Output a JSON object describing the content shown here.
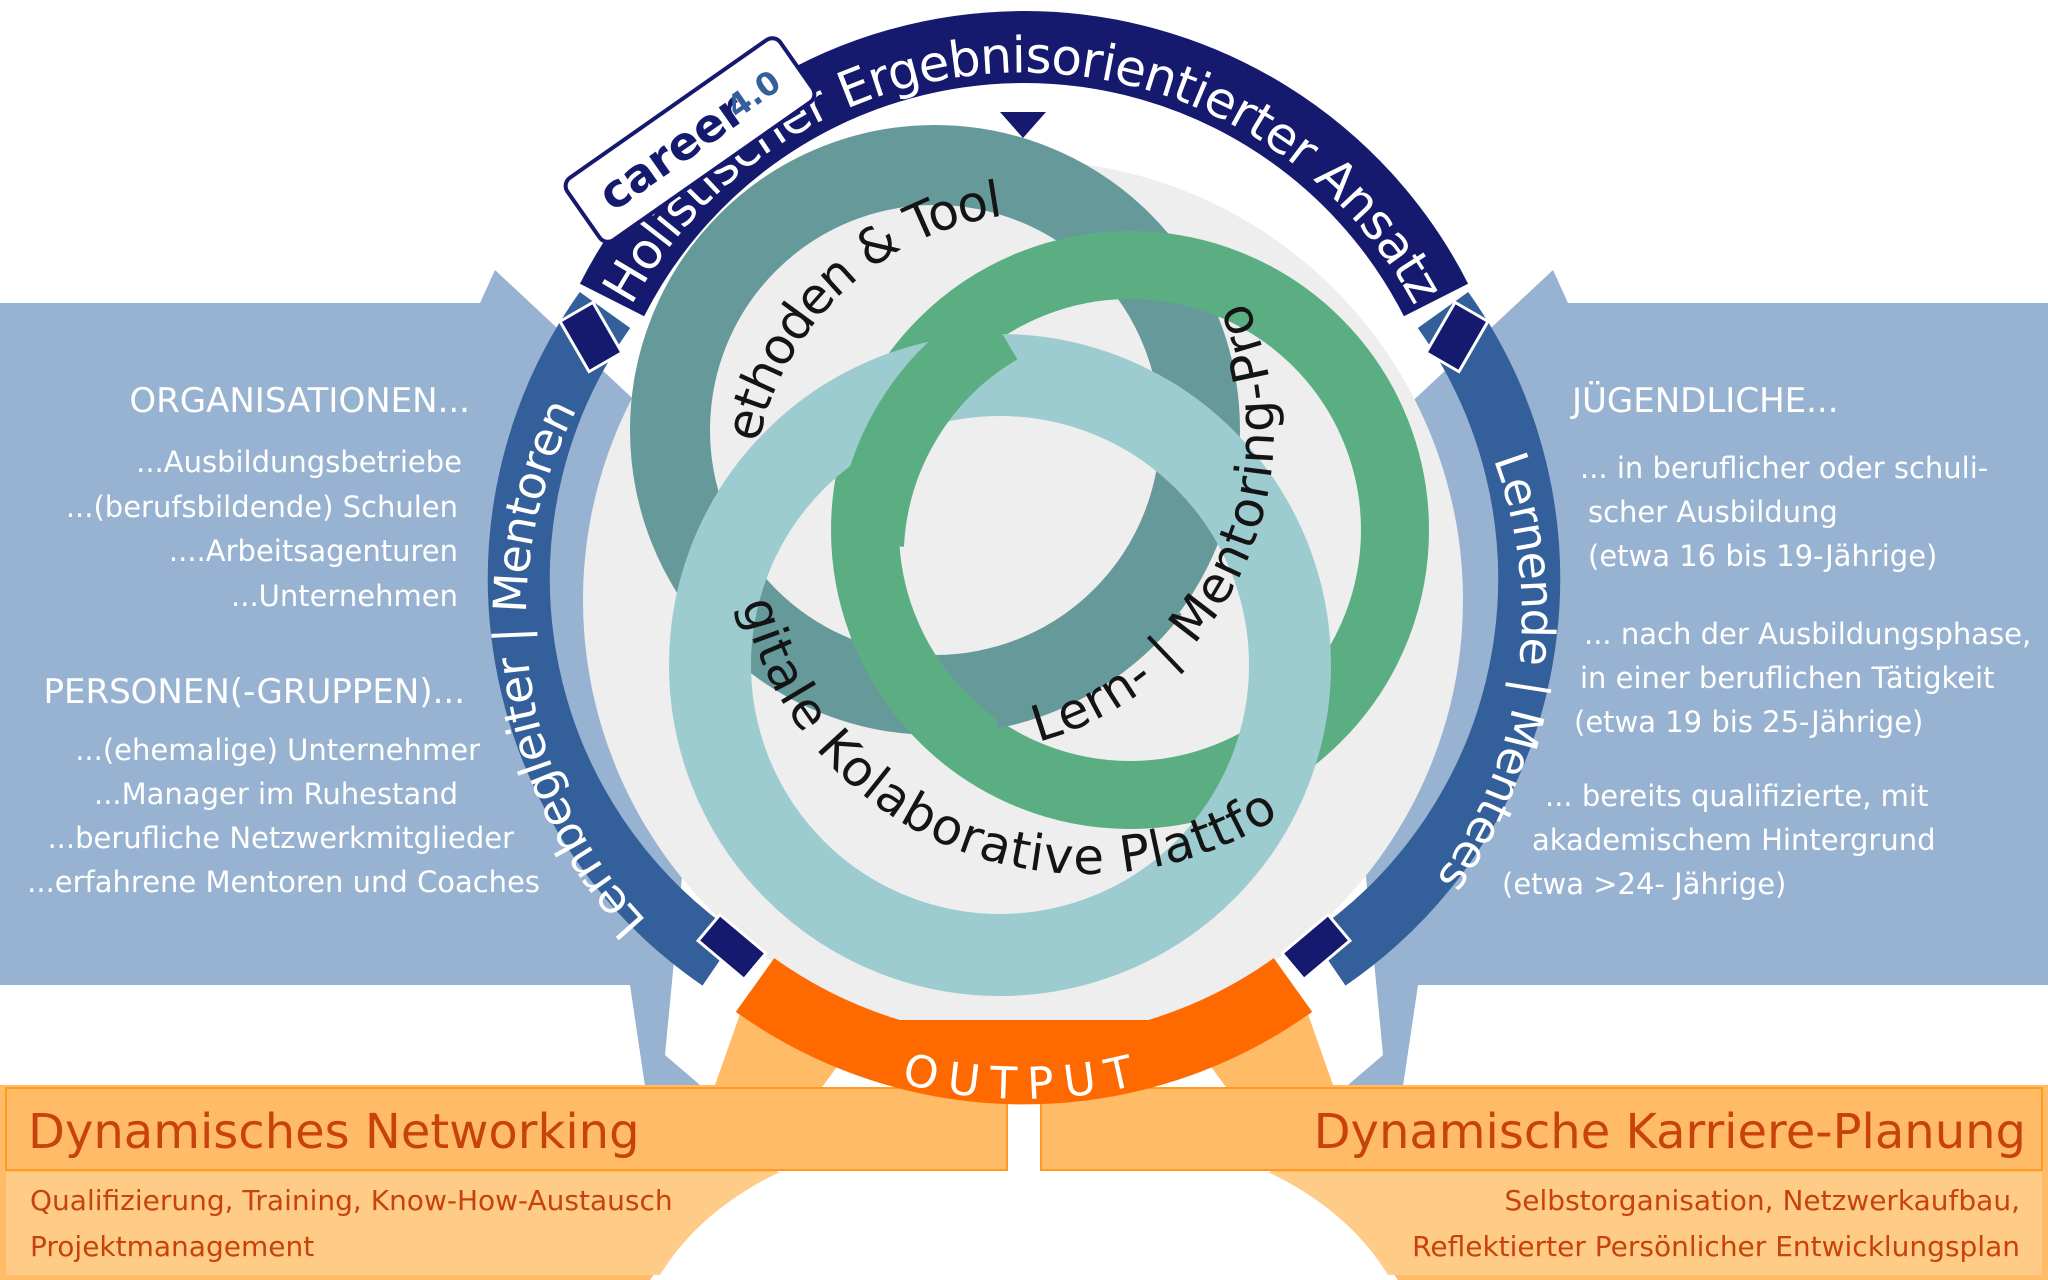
{
  "brand": {
    "label": "career",
    "version": "4.0"
  },
  "top_band": {
    "label": "Holistischer Ergebnisorientierter Ansatz"
  },
  "left_band": {
    "label": "Lernbegleiter | Mentoren"
  },
  "right_band": {
    "label": "Lernende | Mentees"
  },
  "output_band": {
    "label": "OUTPUT"
  },
  "rings": {
    "methods": "Methoden & Tools",
    "processes": "Agile Lern- | Mentoring-Prozesse",
    "platform": "Digitale Kolaborative Plattform"
  },
  "left_panel": {
    "organizations_heading": "ORGANISATIONEN...",
    "organizations": [
      "...Ausbildungsbetriebe",
      "...(berufsbildende) Schulen",
      "....Arbeitsagenturen",
      "...Unternehmen"
    ],
    "persons_heading": "PERSONEN(-GRUPPEN)...",
    "persons": [
      "...(ehemalige) Unternehmer",
      "...Manager im Ruhestand",
      "...berufliche Netzwerkmitglieder",
      "...erfahrene Mentoren und Coaches"
    ]
  },
  "right_panel": {
    "heading": "JÜGENDLICHE...",
    "lines": [
      "... in beruflicher oder schuli-",
      "scher Ausbildung",
      "(etwa 16 bis 19-Jährige)",
      "... nach der Ausbildungsphase,",
      "in einer beruflichen Tätigkeit",
      "(etwa 19 bis 25-Jährige)",
      "... bereits qualifizierte, mit",
      "akademischem Hintergrund",
      "(etwa >24- Jährige)"
    ]
  },
  "outputs": {
    "left": {
      "title": "Dynamisches Networking",
      "lines": [
        "Qualifizierung, Training, Know-How-Austausch",
        "Projektmanagement"
      ]
    },
    "right": {
      "title": "Dynamische Karriere-Planung",
      "lines": [
        "Selbstorganisation, Netzwerkaufbau,",
        "Reflektierter Persönlicher Entwicklungsplan"
      ]
    }
  },
  "colors": {
    "panel_blue": "#98b3d1",
    "band_dark_navy": "#161a6e",
    "band_blue": "#33609a",
    "output_orange": "#ff6a00",
    "output_light": "#ffbb66",
    "ring_teal": "#66999a",
    "ring_green": "#5aae82",
    "ring_light_teal": "#9ccccf",
    "text_orange": "#c8420c"
  }
}
